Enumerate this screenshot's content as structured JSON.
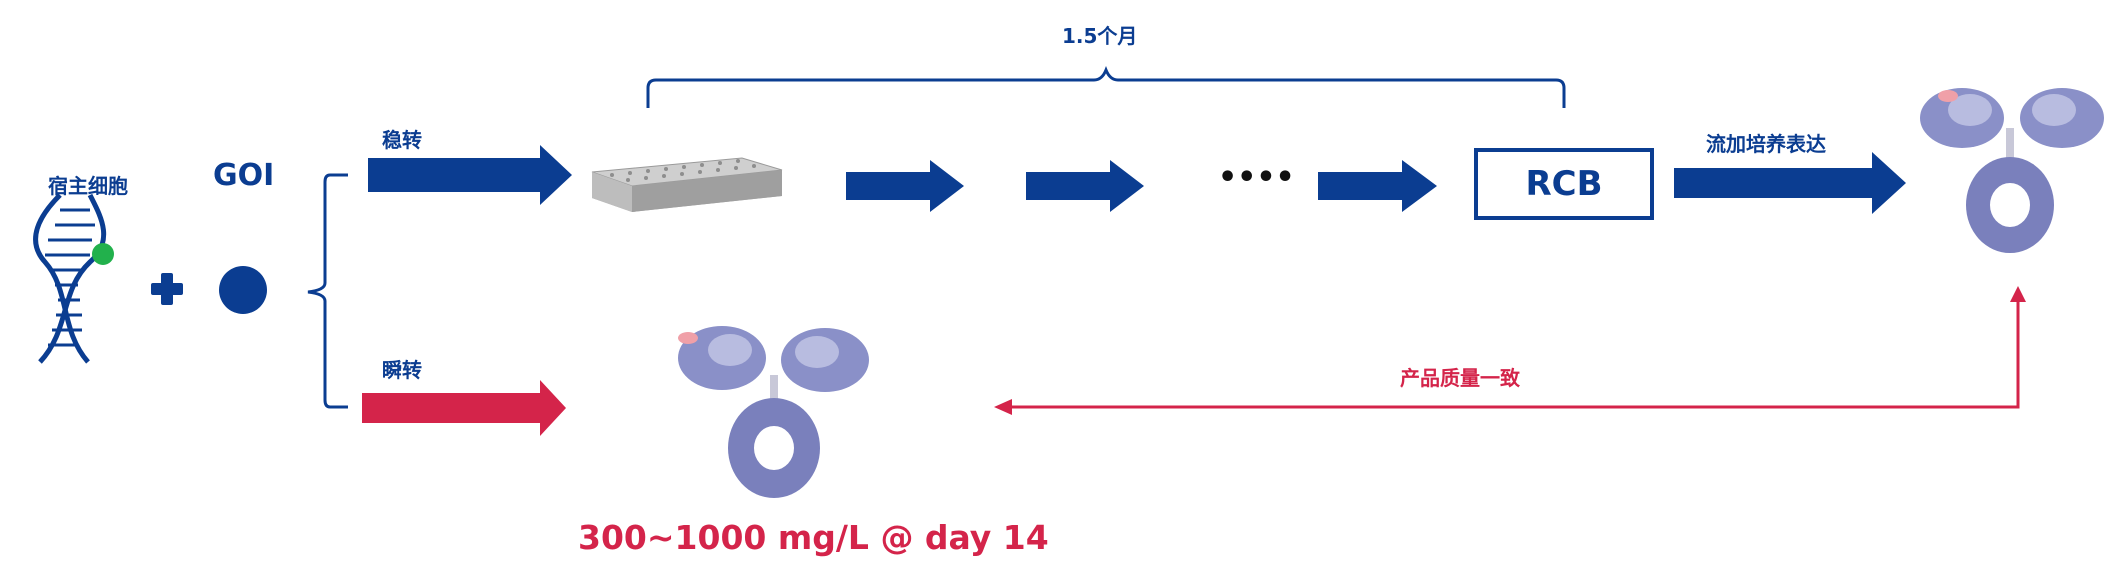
{
  "labels": {
    "host_cell": "宿主细胞",
    "goi": "GOI",
    "stable": "稳转",
    "transient": "瞬转",
    "duration": "1.5个月",
    "dots": "••••",
    "rcb": "RCB",
    "fed_batch": "流加培养表达",
    "quality": "产品质量一致",
    "yield": "300~1000 mg/L @ day 14"
  },
  "colors": {
    "blue": "#0b3d91",
    "red": "#d4244a",
    "green": "#22b14c",
    "protein": "#8a90c8",
    "plate": "#b8b8b8"
  }
}
